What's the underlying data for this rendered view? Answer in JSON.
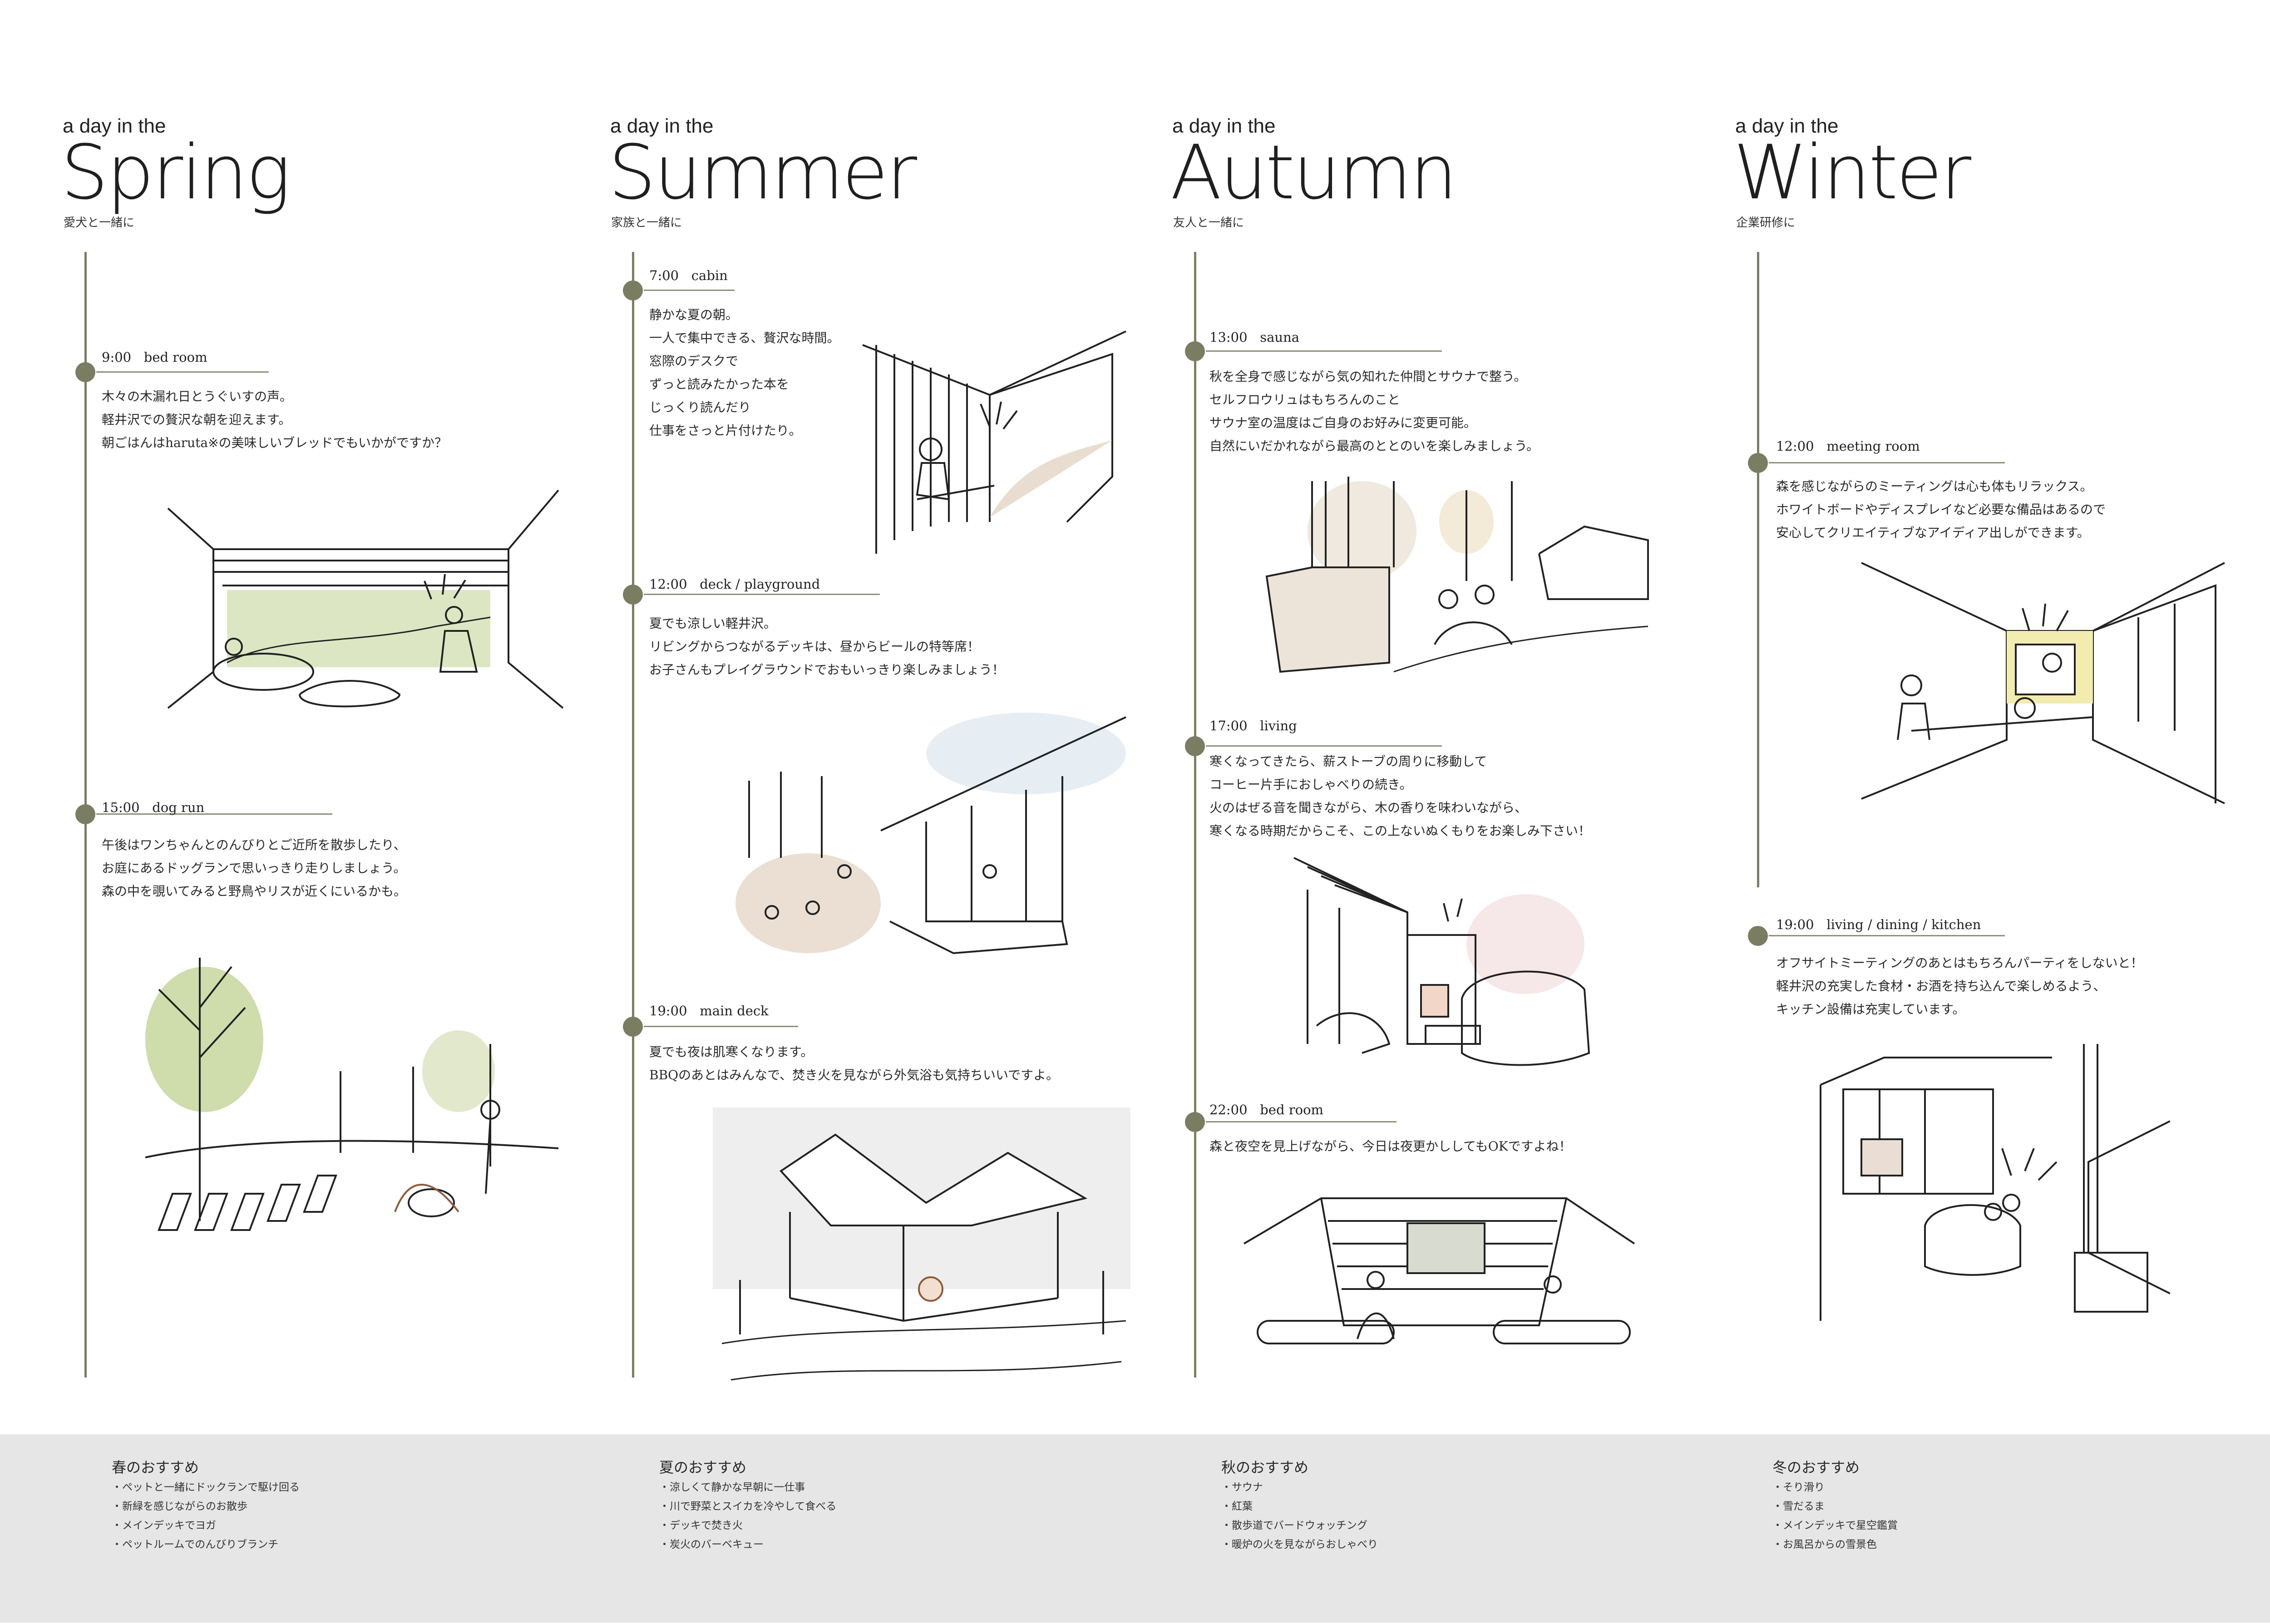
{
  "kicker": "a day in the",
  "seasons": [
    {
      "name": "Spring",
      "subtitle": "愛犬と一緒に",
      "events": [
        {
          "time": "9:00",
          "place": "bed room",
          "desc": "木々の木漏れ日とうぐいすの声。\n軽井沢での贅沢な朝を迎えます。\n朝ごはんはharuta※の美味しいブレッドでもいかがですか？"
        },
        {
          "time": "15:00",
          "place": "dog run",
          "desc": "午後はワンちゃんとのんびりとご近所を散歩したり、\nお庭にあるドッグランで思いっきり走りしましょう。\n森の中を覗いてみると野鳥やリスが近くにいるかも。"
        }
      ],
      "recommend_title": "春のおすすめ",
      "recommend": [
        "・ペットと一緒にドックランで駆け回る",
        "・新緑を感じながらのお散歩",
        "・メインデッキでヨガ",
        "・ペットルームでのんびりブランチ"
      ]
    },
    {
      "name": "Summer",
      "subtitle": "家族と一緒に",
      "events": [
        {
          "time": "7:00",
          "place": "cabin",
          "desc": "静かな夏の朝。\n一人で集中できる、贅沢な時間。\n窓際のデスクで\nずっと読みたかった本を\nじっくり読んだり\n仕事をさっと片付けたり。"
        },
        {
          "time": "12:00",
          "place": "deck / playground",
          "desc": "夏でも涼しい軽井沢。\nリビングからつながるデッキは、昼からビールの特等席！\nお子さんもプレイグラウンドでおもいっきり楽しみましょう！"
        },
        {
          "time": "19:00",
          "place": "main deck",
          "desc": "夏でも夜は肌寒くなります。\nBBQのあとはみんなで、焚き火を見ながら外気浴も気持ちいいですよ。"
        }
      ],
      "recommend_title": "夏のおすすめ",
      "recommend": [
        "・涼しくて静かな早朝に一仕事",
        "・川で野菜とスイカを冷やして食べる",
        "・デッキで焚き火",
        "・炭火のバーベキュー"
      ]
    },
    {
      "name": "Autumn",
      "subtitle": "友人と一緒に",
      "events": [
        {
          "time": "13:00",
          "place": "sauna",
          "desc": "秋を全身で感じながら気の知れた仲間とサウナで整う。\nセルフロウリュはもちろんのこと\nサウナ室の温度はご自身のお好みに変更可能。\n自然にいだかれながら最高のととのいを楽しみましょう。"
        },
        {
          "time": "17:00",
          "place": "living",
          "desc": "寒くなってきたら、薪ストーブの周りに移動して\nコーヒー片手におしゃべりの続き。\n火のはぜる音を聞きながら、木の香りを味わいながら、\n寒くなる時期だからこそ、この上ないぬくもりをお楽しみ下さい！"
        },
        {
          "time": "22:00",
          "place": "bed room",
          "desc": "森と夜空を見上げながら、今日は夜更かししてもOKですよね！"
        }
      ],
      "recommend_title": "秋のおすすめ",
      "recommend": [
        "・サウナ",
        "・紅葉",
        "・散歩道でバードウォッチング",
        "・暖炉の火を見ながらおしゃべり"
      ]
    },
    {
      "name": "Winter",
      "subtitle": "企業研修に",
      "events": [
        {
          "time": "12:00",
          "place": "meeting room",
          "desc": "森を感じながらのミーティングは心も体もリラックス。\nホワイトボードやディスプレイなど必要な備品はあるので\n安心してクリエイティブなアイディア出しができます。"
        },
        {
          "time": "19:00",
          "place": "living / dining / kitchen",
          "desc": "オフサイトミーティングのあとはもちろんパーティをしないと！\n軽井沢の充実した食材・お酒を持ち込んで楽しめるよう、\nキッチン設備は充実しています。"
        }
      ],
      "recommend_title": "冬のおすすめ",
      "recommend": [
        "・そり滑り",
        "・雪だるま",
        "・メインデッキで星空鑑賞",
        "・お風呂からの雪景色"
      ]
    }
  ],
  "colors": {
    "accent": "#7b7d63",
    "footer": "#e6e6e6",
    "autumn_wash": "#d9c9b4",
    "spring_wash": "#c9d8a3",
    "winter_wash": "#f3ecb0"
  }
}
